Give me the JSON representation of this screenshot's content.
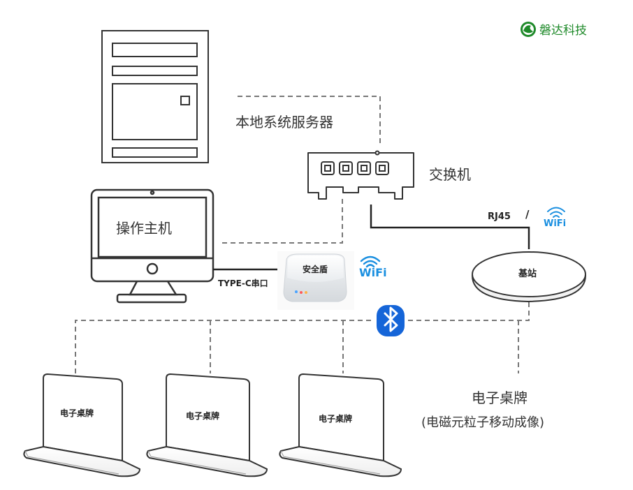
{
  "brand": {
    "name": "磐达科技",
    "color": "#1f8a2a"
  },
  "labels": {
    "server": "本地系统服务器",
    "switch": "交换机",
    "host": "操作主机",
    "security_box": "安全盾",
    "type_c": "TYPE-C串口",
    "rj45": "RJ45",
    "separator": "/",
    "base_station": "基站",
    "wifi_near_box": "WiFi",
    "wifi_near_rj45": "WiFi",
    "device_1": "电子桌牌",
    "device_2": "电子桌牌",
    "device_3": "电子桌牌",
    "device_title": "电子桌牌",
    "device_subtitle": "(电磁元粒子移动成像)"
  },
  "colors": {
    "wifi": "#1a8fe0",
    "bluetooth": "#1565d8",
    "line": "#222222",
    "dashed": "#777777",
    "device_outline": "#333333"
  },
  "icons": {
    "bluetooth": "bluetooth-icon",
    "wifi": "wifi-icon",
    "brand": "brand-logo-icon"
  }
}
